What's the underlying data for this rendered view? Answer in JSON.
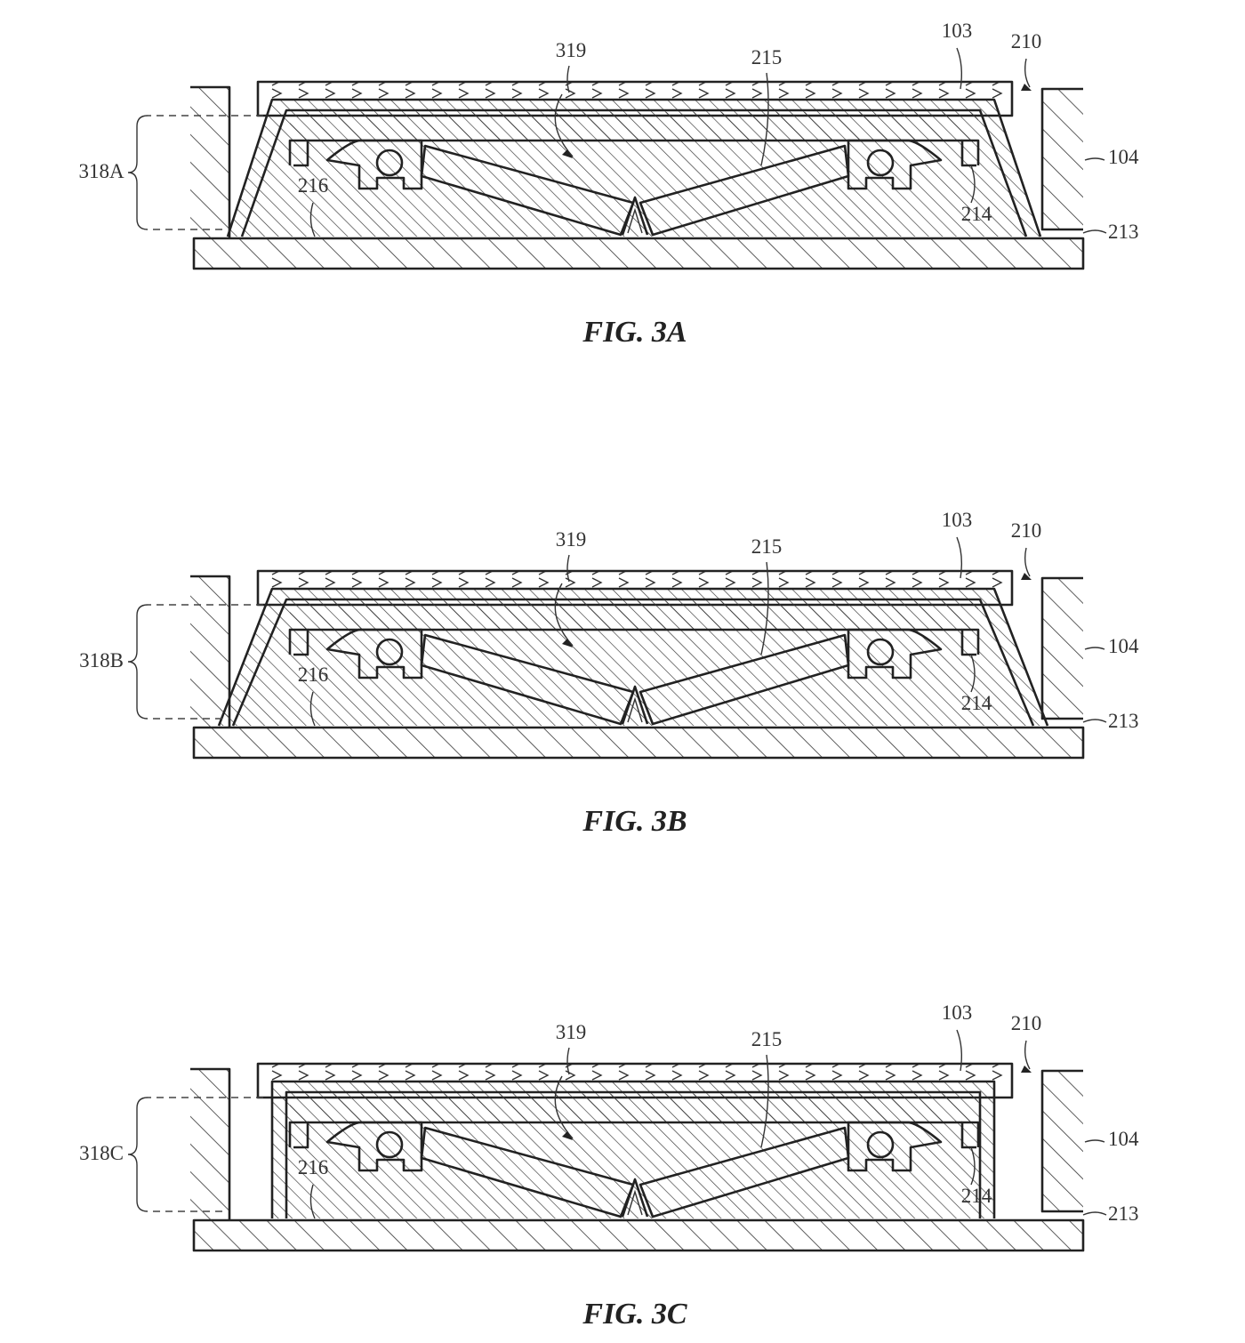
{
  "figures": [
    {
      "id": "3A",
      "caption": "FIG. 3A",
      "variant": "tapered",
      "labels": {
        "cap": "103",
        "device": "210",
        "membrane": "319",
        "hinge": "215",
        "housing": "104",
        "substrate": "213",
        "left_layer": "216",
        "right_layer": "214",
        "bracket": "318A"
      }
    },
    {
      "id": "3B",
      "caption": "FIG. 3B",
      "variant": "tapered-wide",
      "labels": {
        "cap": "103",
        "device": "210",
        "membrane": "319",
        "hinge": "215",
        "housing": "104",
        "substrate": "213",
        "left_layer": "216",
        "right_layer": "214",
        "bracket": "318B"
      }
    },
    {
      "id": "3C",
      "caption": "FIG. 3C",
      "variant": "vertical",
      "labels": {
        "cap": "103",
        "device": "210",
        "membrane": "319",
        "hinge": "215",
        "housing": "104",
        "substrate": "213",
        "left_layer": "216",
        "right_layer": "214",
        "bracket": "318C"
      }
    }
  ]
}
